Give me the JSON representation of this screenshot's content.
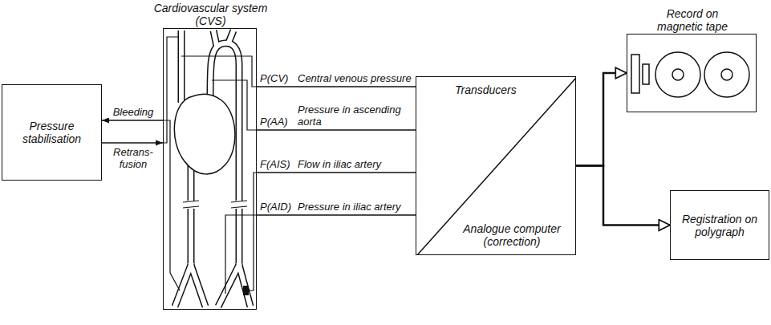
{
  "diagram": {
    "nodes": [
      {
        "text": [
          "Pressure stabilisation"
        ]
      },
      {
        "text": [
          "Cardiovascular system (CVS)"
        ]
      },
      {
        "text": [
          "Transducers",
          "Analogue computer (correction)"
        ]
      },
      {
        "text": [
          "Record on magnetic tape"
        ]
      },
      {
        "text": [
          "Registration on polygraph"
        ]
      }
    ],
    "edges": [
      {
        "from": 1,
        "to": 0,
        "label": "Bleeding",
        "arrow": "to"
      },
      {
        "from": 0,
        "to": 1,
        "label": "Retrans- fusion",
        "arrow": "to"
      },
      {
        "from": 1,
        "to": 2,
        "label": "Central venous pressure",
        "arrow": "none"
      },
      {
        "from": 1,
        "to": 2,
        "label": "Pressure in ascending aorta",
        "arrow": "none"
      },
      {
        "from": 1,
        "to": 2,
        "label": "Flow in iliac artery",
        "arrow": "none"
      },
      {
        "from": 1,
        "to": 2,
        "label": "Pressure in iliac artery",
        "arrow": "none"
      },
      {
        "from": 2,
        "to": 3,
        "arrow": "to"
      },
      {
        "from": 2,
        "to": 4,
        "arrow": "to"
      }
    ],
    "labels": [
      "P(CV)",
      "P(AA)",
      "F(AIS)",
      "P(AID)"
    ]
  }
}
